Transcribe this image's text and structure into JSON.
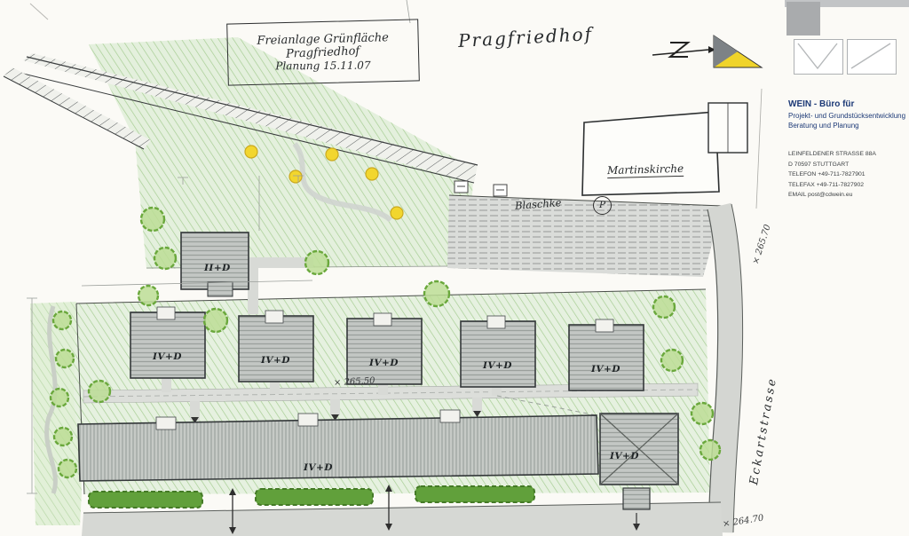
{
  "title_box": {
    "line1": "Freianlage Grünfläche",
    "line2": "Pragfriedhof",
    "line3": "Planung 15.11.07"
  },
  "labels": {
    "cemetery": "Pragfriedhof",
    "church": "Martinskirche",
    "neighbor": "Blaschke",
    "parking": "P",
    "street": "Eckartstrasse"
  },
  "elevations": {
    "upper": "× 265.70",
    "middle": "× 265.50",
    "lower": "× 264.70"
  },
  "buildings": {
    "top": "II+D",
    "row": [
      "IV+D",
      "IV+D",
      "IV+D",
      "IV+D",
      "IV+D"
    ],
    "long": "IV+D",
    "corner": "IV+D"
  },
  "firm": {
    "name": "WEIN - Büro für",
    "line2": "Projekt- und Grundstücksentwicklung",
    "line3": "Beratung und Planung",
    "address": [
      "LEINFELDENER STRASSE 88A",
      "D 70597 STUTTGART",
      "TELEFON +49-711-7827901",
      "TELEFAX +49-711-7827902",
      "EMAIL  post@cdwein.eu"
    ]
  },
  "colors": {
    "site_green": "#bcdd95",
    "tree_green": "#6aa83c",
    "marker_yellow": "#f2d62e",
    "building_gray": "#c3c7c4",
    "firm_navy": "#1d3a77"
  }
}
